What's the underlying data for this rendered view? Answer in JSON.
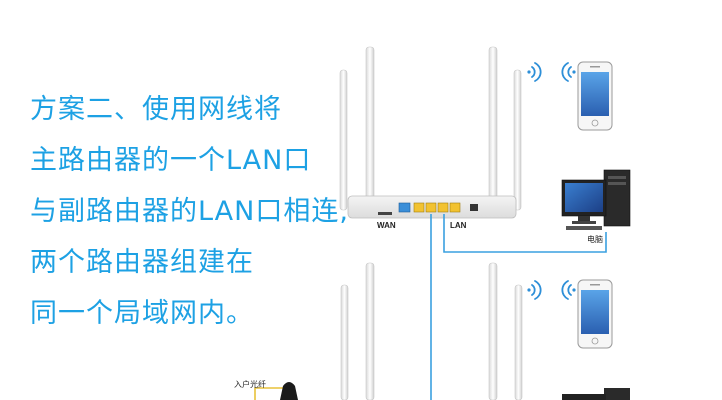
{
  "caption": {
    "lines": [
      "方案二、使用网线将",
      "主路由器的一个LAN口",
      "与副路由器的LAN口相连,",
      "两个路由器组建在",
      "同一个局域网内。"
    ]
  },
  "router_top": {
    "wan_label": "WAN",
    "lan_label": "LAN"
  },
  "computer_label": "电脑",
  "fiber_label": "入户光纤",
  "colors": {
    "caption": "#1da1e4",
    "cable": "#3aa0e0",
    "lan_port": "#f2c230",
    "wan_port": "#3a8ed8"
  }
}
